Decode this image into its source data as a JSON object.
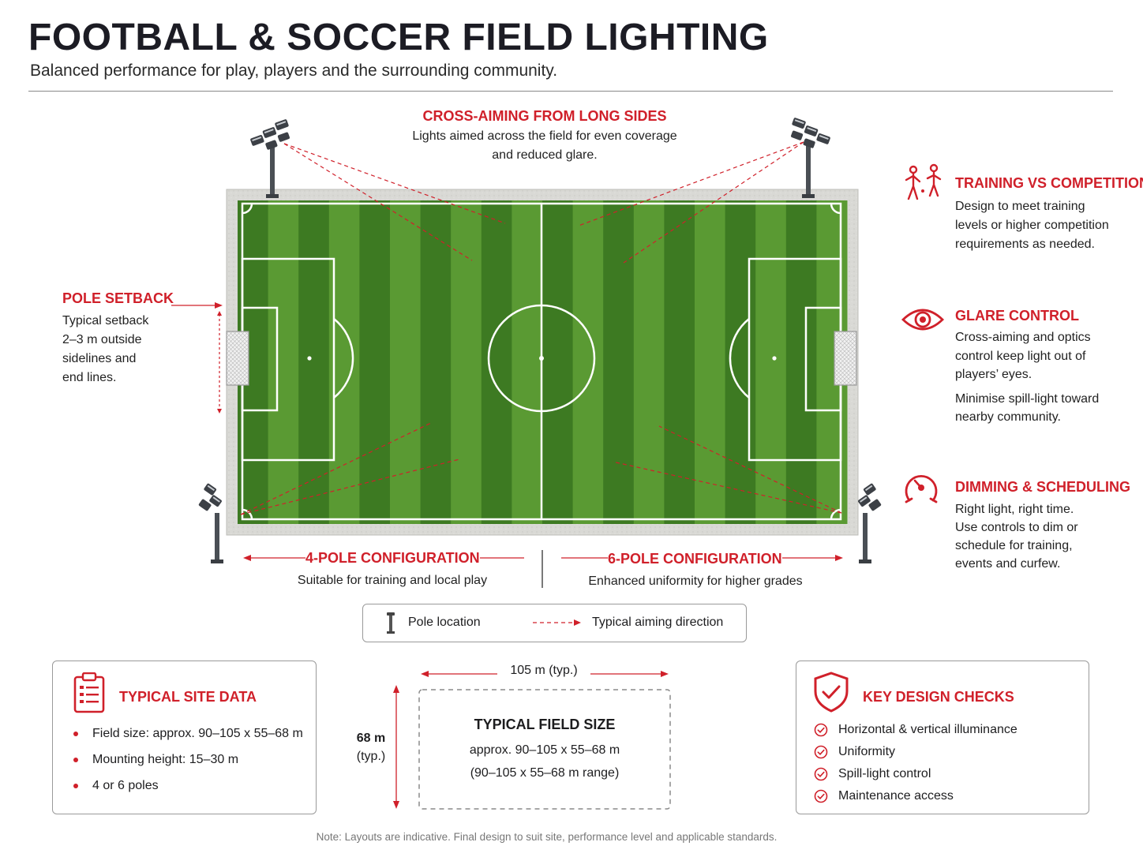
{
  "header": {
    "title": "FOOTBALL & SOCCER FIELD LIGHTING",
    "subtitle": "Balanced performance for play, players and the surrounding community."
  },
  "cross_aiming": {
    "heading": "CROSS-AIMING FROM LONG SIDES",
    "line1": "Lights aimed across the field for even coverage",
    "line2": "and reduced glare."
  },
  "pole_setback": {
    "heading": "POLE SETBACK",
    "lines": [
      "Typical setback",
      "2–3 m outside",
      "sidelines and",
      "end lines."
    ]
  },
  "right_panel": {
    "training": {
      "icon": "players-icon",
      "heading": "TRAINING VS COMPETITION",
      "lines": [
        "Design to meet training",
        "levels or higher competition",
        "requirements as needed."
      ]
    },
    "glare": {
      "icon": "eye-icon",
      "heading": "GLARE CONTROL",
      "lines": [
        "Cross-aiming and optics",
        "control keep light out of",
        "players’ eyes."
      ],
      "lines2": [
        "Minimise spill-light toward",
        "nearby community."
      ]
    },
    "dimming": {
      "icon": "timer-icon",
      "heading": "DIMMING & SCHEDULING",
      "lines": [
        "Right light, right time.",
        "Use controls to dim or",
        "schedule for training,",
        "events and curfew."
      ]
    }
  },
  "configs": {
    "four_pole": {
      "heading": "4-POLE CONFIGURATION",
      "desc": "Suitable for training and local play"
    },
    "six_pole": {
      "heading": "6-POLE CONFIGURATION",
      "desc": "Enhanced uniformity for higher grades"
    }
  },
  "legend": {
    "pole_label": "Pole location",
    "aim_label": "Typical aiming direction"
  },
  "site_data": {
    "icon": "clipboard-icon",
    "heading": "TYPICAL SITE DATA",
    "items": [
      "Field size: approx. 90–105 x 55–68 m",
      "Mounting height: 15–30 m",
      "4 or 6 poles"
    ]
  },
  "field_size": {
    "length_label": "105 m (typ.)",
    "width_label_1": "68 m",
    "width_label_2": "(typ.)",
    "heading": "TYPICAL FIELD SIZE",
    "line1": "approx. 90–105 x 55–68 m",
    "line2": "(90–105 x 55–68 m range)"
  },
  "design_checks": {
    "icon": "shield-check-icon",
    "heading": "KEY DESIGN CHECKS",
    "items": [
      "Horizontal & vertical illuminance",
      "Uniformity",
      "Spill-light control",
      "Maintenance access"
    ]
  },
  "note": "Note: Layouts are indicative. Final design to suit site, performance level and applicable standards.",
  "colors": {
    "accent": "#d0202a",
    "grass_dark": "#3d7a22",
    "grass_light": "#5a9a33",
    "surround": "#d6d6d2"
  }
}
